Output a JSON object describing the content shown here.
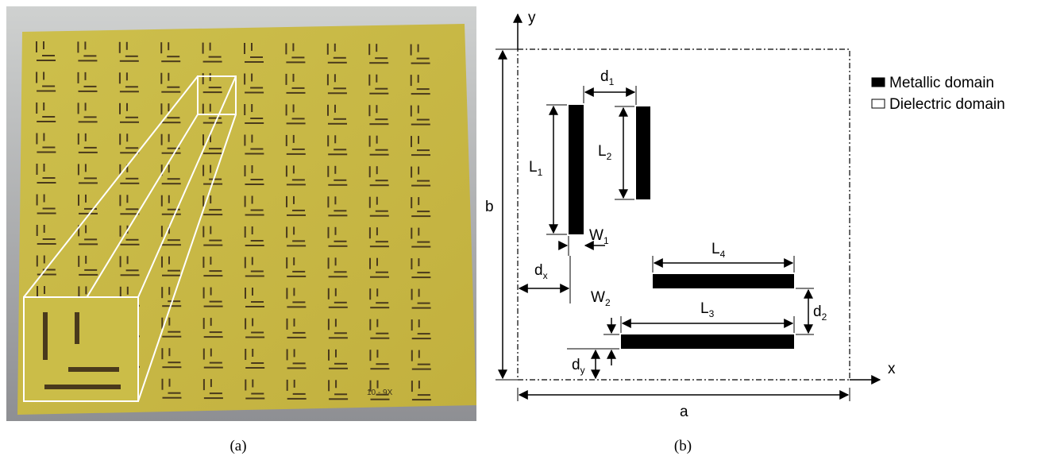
{
  "panel_a": {
    "caption": "(a)",
    "board_marking": "10 - 9X"
  },
  "panel_b": {
    "caption": "(b)",
    "axes": {
      "x": "x",
      "y": "y"
    },
    "dimensions": {
      "d1": {
        "base": "d",
        "sub": "1"
      },
      "L1": {
        "base": "L",
        "sub": "1"
      },
      "L2": {
        "base": "L",
        "sub": "2"
      },
      "W1": {
        "base": "W",
        "sub": "1"
      },
      "dx": {
        "base": "d",
        "sub": "x"
      },
      "L4": {
        "base": "L",
        "sub": "4"
      },
      "L3": {
        "base": "L",
        "sub": "3"
      },
      "W2": {
        "base": "W",
        "sub": "2"
      },
      "d2": {
        "base": "d",
        "sub": "2"
      },
      "dy": {
        "base": "d",
        "sub": "y"
      },
      "a": "a",
      "b": "b"
    },
    "legend": [
      {
        "label": "Metallic domain",
        "fill": "#000000"
      },
      {
        "label": "Dielectric domain",
        "fill": "#ffffff"
      }
    ]
  },
  "colors": {
    "board": "#c9bb45",
    "strip": "#4a3a1c",
    "background_top": "#c7c9c8",
    "background_bottom": "#8f8f92"
  }
}
